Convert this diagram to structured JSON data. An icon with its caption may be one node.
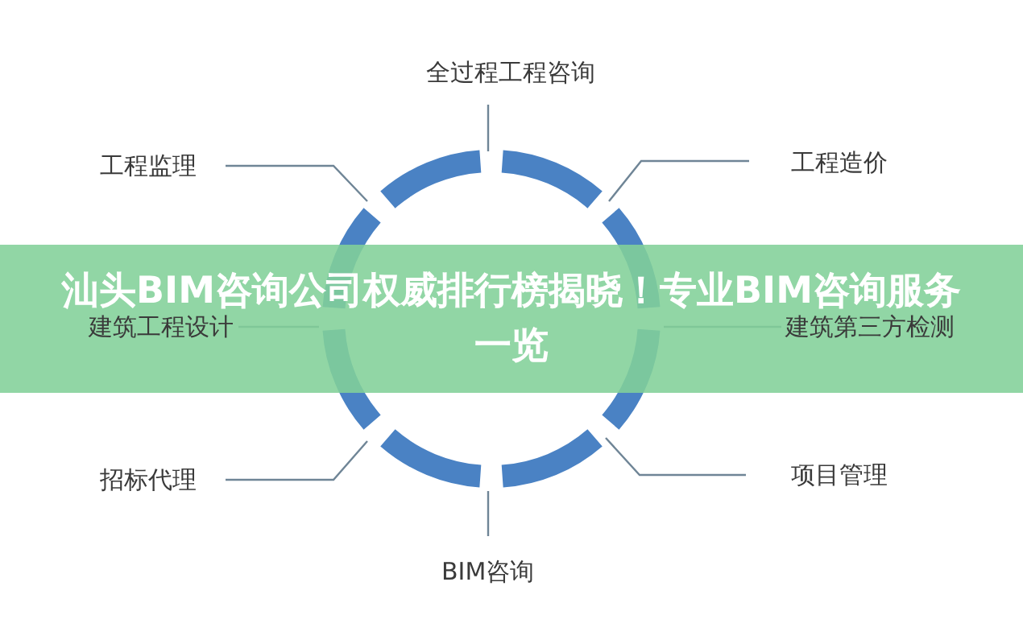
{
  "diagram": {
    "title": "汕头BIM咨询公司权威排行榜揭晓！专业BIM咨询服务一览",
    "nodes": [
      {
        "text": [
          "全过程工程咨询"
        ]
      },
      {
        "text": [
          "工程监理"
        ]
      },
      {
        "text": [
          "工程造价"
        ]
      },
      {
        "text": [
          "建筑工程设计"
        ]
      },
      {
        "text": [
          "建筑第三方检测"
        ]
      },
      {
        "text": [
          "招标代理"
        ]
      },
      {
        "text": [
          "项目管理"
        ]
      },
      {
        "text": [
          "BIM咨询"
        ]
      }
    ],
    "edges": [
      {
        "from": 0,
        "to": null,
        "arrow": "none"
      },
      {
        "from": 1,
        "to": null,
        "arrow": "none"
      },
      {
        "from": 2,
        "to": null,
        "arrow": "none"
      },
      {
        "from": 3,
        "to": null,
        "arrow": "none"
      },
      {
        "from": 4,
        "to": null,
        "arrow": "none"
      },
      {
        "from": 5,
        "to": null,
        "arrow": "none"
      },
      {
        "from": 6,
        "to": null,
        "arrow": "none"
      },
      {
        "from": 7,
        "to": null,
        "arrow": "none"
      }
    ]
  }
}
